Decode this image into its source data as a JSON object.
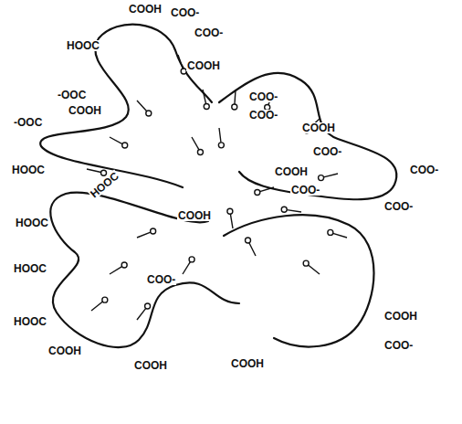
{
  "diagram": {
    "labels": [
      "COOH",
      "COO-",
      "COO-",
      "HOOC",
      "COOH",
      "-OOC",
      "COOH",
      "-OOC",
      "COO-",
      "COO-",
      "COOH",
      "COO-",
      "COO-",
      "COOH",
      "COO-",
      "HOOC",
      "HOOC",
      "COO-",
      "COOH",
      "HOOC",
      "HOOC",
      "COO-",
      "COOH",
      "HOOC",
      "COO-",
      "COOH",
      "COOH",
      "COOH"
    ]
  }
}
